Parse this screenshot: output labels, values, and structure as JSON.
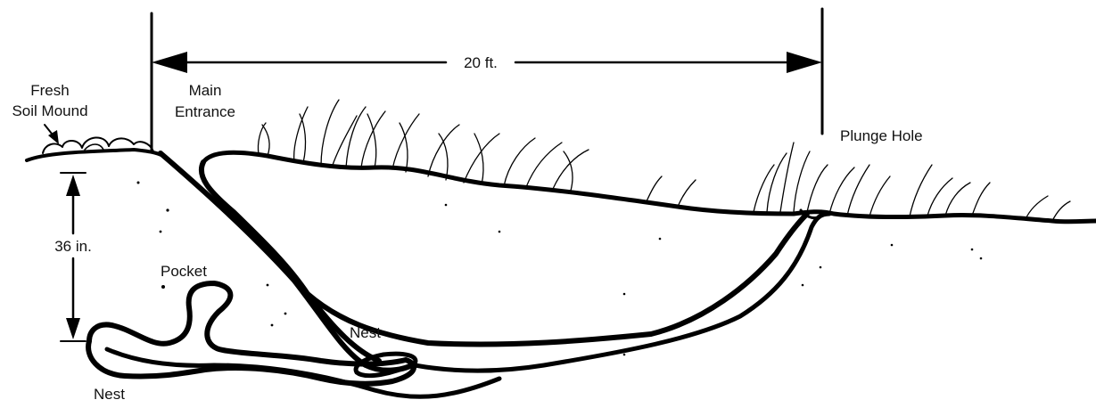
{
  "diagram": {
    "labels": {
      "fresh_soil_mound_line1": "Fresh",
      "fresh_soil_mound_line2": "Soil Mound",
      "main_entrance_line1": "Main",
      "main_entrance_line2": "Entrance",
      "span_distance": "20 ft.",
      "plunge_hole": "Plunge Hole",
      "depth": "36 in.",
      "pocket": "Pocket",
      "nest_center": "Nest",
      "nest_left": "Nest"
    },
    "colors": {
      "ink": "#000000",
      "paper": "#ffffff"
    }
  }
}
